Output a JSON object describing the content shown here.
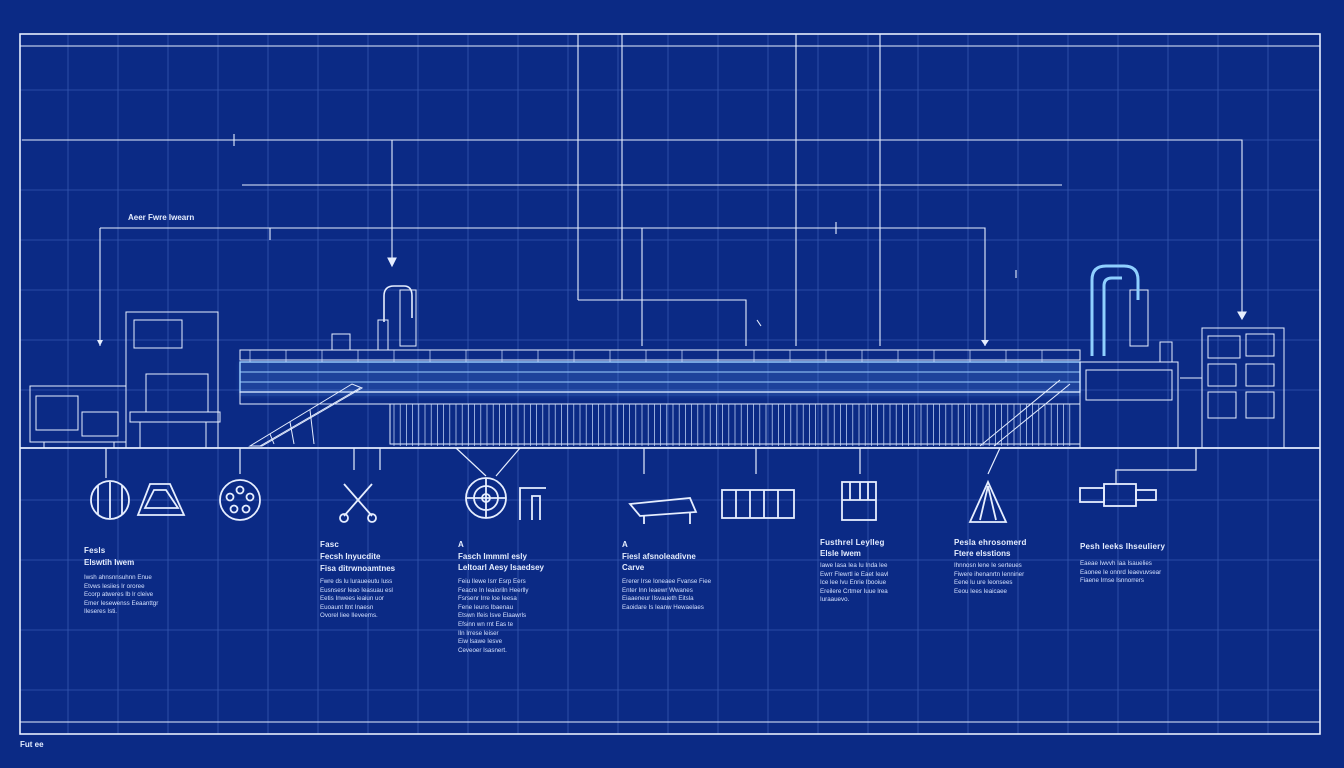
{
  "diagram": {
    "top_label": "Aeer Fwre Iwearn",
    "corner_label": "Fut ee",
    "colors": {
      "background": "#0b2a85",
      "grid": "#3d5fb8",
      "line": "#e6eeff",
      "glow": "#6fb2ff",
      "pipe": "#8fd0ff"
    },
    "sections": [
      {
        "marker": "",
        "title": "Fesls",
        "subtitle": "Elswtih Iwem",
        "lines": [
          "Iwsh ahnsnnsuhnn Enue",
          "Etvws lesiies Ir ororee",
          "Ecorp atweres Ib lr cleive",
          "Emer Iesewenss Eeaanttgr",
          "Ileseres Isti."
        ]
      },
      {
        "marker": "",
        "title": "Fasc",
        "subtitle": "Fecsh Inyucdite",
        "lines": [],
        "title2": "Fisa ditrwnoamtnes",
        "lines2": [
          "Fwre ds lu luraueeutu luss",
          "Eusnsesr Ieao Ieasuau esl",
          "Eetis Inwees ieaiun uor",
          "Euoaunt ltnt Inaesn",
          "Ovorel liee Ileveems."
        ]
      },
      {
        "marker": "A",
        "title": "Fasch Immml esly",
        "subtitle": "Leltoarl Aesy Isaedsey",
        "lines": [
          "Feiu Ilewe Isrr Esrp Eers",
          "Feacre In Ieaioriln Heerlly",
          "Fsrsenr Irre loe Ieesa",
          "Fene Ieuns Ibaenau",
          "Etswn Ifeis Isve Elaawrls",
          "Efsinn wn rnt Eas te",
          "Iln Irrese leiser",
          "Eiw lsawe Iesve",
          "Ceveoer Isasnert."
        ]
      },
      {
        "marker": "A",
        "title": "Fiesl afsnoleadivne",
        "subtitle": "Carve",
        "lines": [
          "Ererer Irse Ioneaee Fvanse Fiee",
          "Enter Inn Ieaewr Wwanes",
          "Eiaaeneur Ilsvaueth Eitsla",
          "Eaoidare Is Ieanw Hewaelaes"
        ]
      },
      {
        "marker": "",
        "title": "Fusthrel Leylleg",
        "subtitle": "Elsle Iwem",
        "lines": [
          "Iawe Iasa Iea Iu Inda lee",
          "Ewrr Flewrtl ie Eaet Ieavl",
          "Ice lee lvu Enrie Ibooiue",
          "Ereilere Crtmer Iuue lrea",
          "Iuraauevo."
        ]
      },
      {
        "marker": "",
        "title": "Pesla ehrosomerd",
        "subtitle": "Ftere elsstions",
        "lines": [
          "Ihnnosn lene Ie serteues",
          "Fiwere ihenanrtn Ienniner",
          "Eene lu ure Ieonsees",
          "Eeou Iees Ieaicaee"
        ]
      },
      {
        "marker": "",
        "title": "Pesh Ieeks Ihseuliery",
        "subtitle": "",
        "lines": [
          "Eaeae Iwvvh Iaa Isauelies",
          "Eaonee Ie onnrd Ieaevuvsear",
          "Fiaene Irnse Isnnorrers"
        ]
      }
    ]
  }
}
